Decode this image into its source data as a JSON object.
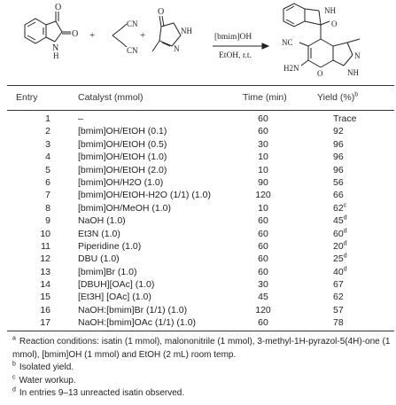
{
  "scheme": {
    "condition_top": "[bmim]OH",
    "condition_bottom": "EtOH, r.t.",
    "plus1": "+",
    "plus2": "+",
    "atom_o_left_top": "O",
    "atom_o_left_right": "O",
    "atom_n_left": "N",
    "atom_h_left": "H",
    "atom_cn1": "CN",
    "atom_cn2": "CN",
    "atom_o_mid": "O",
    "atom_nh_mid": "NH",
    "atom_n_mid": "N",
    "atom_nh_prod": "NH",
    "atom_o_prod": "O",
    "atom_nc_prod": "NC",
    "atom_h2n_prod": "H2N",
    "atom_o_ring_prod": "O",
    "atom_nh2_prod": "NH",
    "atom_n_prod": "N"
  },
  "table": {
    "headers": {
      "entry": "Entry",
      "catalyst": "Catalyst (mmol)",
      "time": "Time (min)",
      "yield": "Yield (%)",
      "yield_mark": "b"
    },
    "rows": [
      {
        "entry": "1",
        "catalyst": "–",
        "time": "60",
        "yield": "Trace",
        "mark": ""
      },
      {
        "entry": "2",
        "catalyst": "[bmim]OH/EtOH (0.1)",
        "time": "60",
        "yield": "92",
        "mark": ""
      },
      {
        "entry": "3",
        "catalyst": "[bmim]OH/EtOH (0.5)",
        "time": "30",
        "yield": "96",
        "mark": ""
      },
      {
        "entry": "4",
        "catalyst": "[bmim]OH/EtOH (1.0)",
        "time": "10",
        "yield": "96",
        "mark": ""
      },
      {
        "entry": "5",
        "catalyst": "[bmim]OH/EtOH (2.0)",
        "time": "10",
        "yield": "96",
        "mark": ""
      },
      {
        "entry": "6",
        "catalyst": "[bmim]OH/H2O (1.0)",
        "time": "90",
        "yield": "56",
        "mark": ""
      },
      {
        "entry": "7",
        "catalyst": "[bmim]OH/EtOH-H2O (1/1) (1.0)",
        "time": "120",
        "yield": "66",
        "mark": ""
      },
      {
        "entry": "8",
        "catalyst": "[bmim]OH/MeOH (1.0)",
        "time": "10",
        "yield": "62",
        "mark": "c"
      },
      {
        "entry": "9",
        "catalyst": "NaOH (1.0)",
        "time": "60",
        "yield": "45",
        "mark": "d"
      },
      {
        "entry": "10",
        "catalyst": "Et3N (1.0)",
        "time": "60",
        "yield": "60",
        "mark": "d"
      },
      {
        "entry": "11",
        "catalyst": "Piperidine (1.0)",
        "time": "60",
        "yield": "20",
        "mark": "d"
      },
      {
        "entry": "12",
        "catalyst": "DBU (1.0)",
        "time": "60",
        "yield": "25",
        "mark": "d"
      },
      {
        "entry": "13",
        "catalyst": "[bmim]Br (1.0)",
        "time": "60",
        "yield": "40",
        "mark": "d"
      },
      {
        "entry": "14",
        "catalyst": "[DBUH][OAc] (1.0)",
        "time": "30",
        "yield": "67",
        "mark": ""
      },
      {
        "entry": "15",
        "catalyst": "[Et3H] [OAc] (1.0)",
        "time": "45",
        "yield": "62",
        "mark": ""
      },
      {
        "entry": "16",
        "catalyst": "NaOH:[bmim]Br (1/1) (1.0)",
        "time": "120",
        "yield": "57",
        "mark": ""
      },
      {
        "entry": "17",
        "catalyst": "NaOH:[bmim]OAc (1/1) (1.0)",
        "time": "60",
        "yield": "78",
        "mark": ""
      }
    ]
  },
  "notes": [
    {
      "mark": "a",
      "text": "Reaction conditions: isatin (1 mmol), malononitrile (1 mmol), 3-methyl-1H-pyrazol-5(4H)-one (1 mmol), [bmim]OH (1 mmol) and EtOH (2 mL) room temp."
    },
    {
      "mark": "b",
      "text": "Isolated yield."
    },
    {
      "mark": "c",
      "text": "Water workup."
    },
    {
      "mark": "d",
      "text": "In entries 9–13 unreacted isatin observed."
    }
  ]
}
